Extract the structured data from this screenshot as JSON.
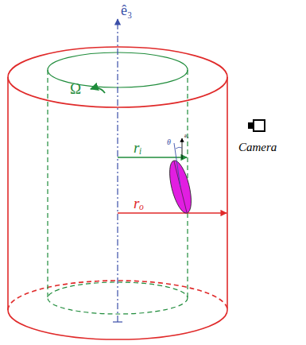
{
  "diagram": {
    "labels": [
      "ê₃",
      "Ω",
      "rᵢ",
      "rₒ",
      "Camera",
      "θ",
      "ê₃"
    ]
  }
}
